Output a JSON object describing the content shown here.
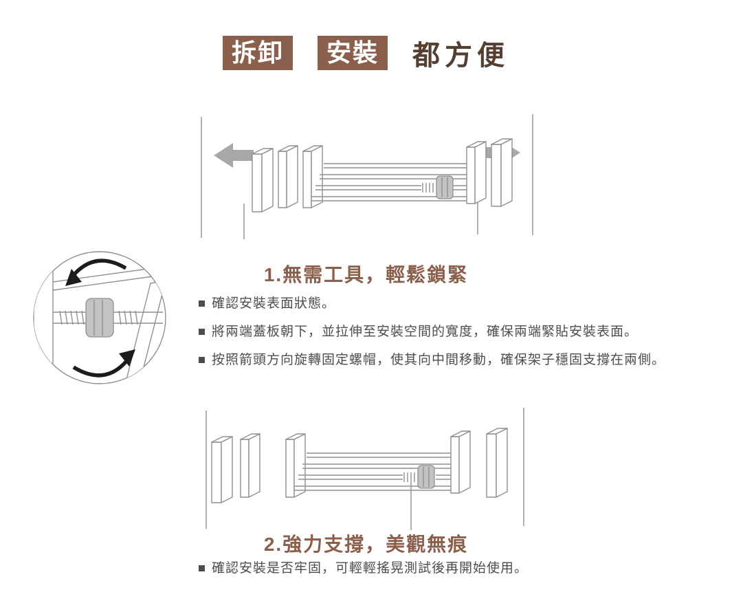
{
  "title": {
    "badges": [
      "拆卸",
      "安裝"
    ],
    "suffix": "都方便"
  },
  "sections": [
    {
      "heading": "1.無需工具，輕鬆鎖緊",
      "bullets": [
        "確認安裝表面狀態。",
        "將兩端蓋板朝下，並拉伸至安裝空間的寬度，確保兩端緊貼安裝表面。",
        "按照箭頭方向旋轉固定螺帽，使其向中間移動，確保架子穩固支撐在兩側。"
      ]
    },
    {
      "heading": "2.強力支撐，美觀無痕",
      "bullets": [
        "確認安裝是否牢固，可輕輕搖晃測試後再開始使用。"
      ]
    }
  ],
  "illustrations": {
    "top": "expandable-rack-with-extension-arrows-between-walls",
    "detail": "locking-nut-rotation-closeup",
    "bottom": "rack-installed-between-walls"
  },
  "colors": {
    "brand_brown": "#8a5f4b",
    "title_dark_brown": "#563f30",
    "body_text": "#4d4d4d",
    "line_gray": "#8f8f8f",
    "arrow_gray": "#a8a8a8",
    "nut_gray": "#c3c3c3",
    "rotation_black": "#1c1c1c"
  }
}
